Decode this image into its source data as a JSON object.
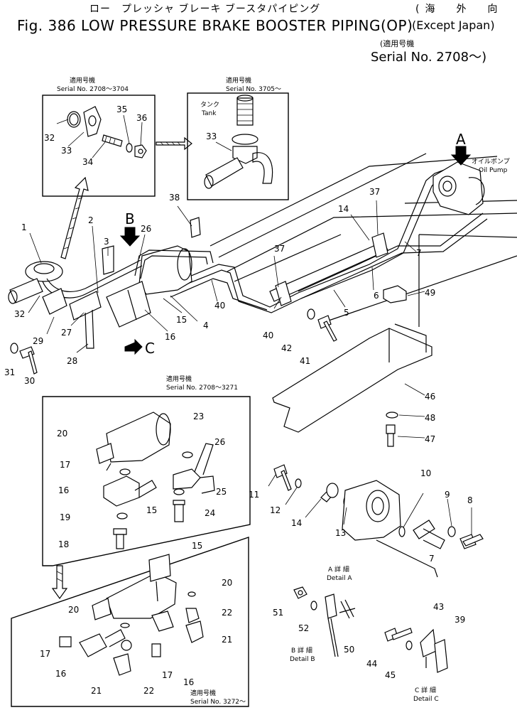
{
  "title": {
    "jp": "ロー　プレッシャ ブレーキ ブースタパイピング",
    "main": "Fig. 386 LOW PRESSURE BRAKE BOOSTER PIPING(OP)",
    "market_jp": "(海　外　向",
    "market_en": "(Except Japan)",
    "serial_jp": "(適用号機",
    "serial_en": "Serial No. 2708～)"
  },
  "insets": {
    "top_left": {
      "jp": "適用号機",
      "serial": "Serial No. 2708～3704"
    },
    "top_right": {
      "jp": "適用号機",
      "serial": "Serial No. 3705～",
      "tank_jp": "タンク",
      "tank_en": "Tank"
    },
    "middle": {
      "jp": "適用号機",
      "serial": "Serial No. 2708～3271"
    },
    "bottom": {
      "jp": "適用号機",
      "serial": "Serial No. 3272～"
    }
  },
  "annotations": {
    "oil_pump_jp": "オイルポンプ",
    "oil_pump_en": "Oil Pump",
    "arrow_a": "A",
    "arrow_b": "B",
    "arrow_c": "C",
    "detail_a_jp": "A 詳 細",
    "detail_a_en": "Detail A",
    "detail_b_jp": "B 詳 細",
    "detail_b_en": "Detail B",
    "detail_c_jp": "C 詳 細",
    "detail_c_en": "Detail C"
  },
  "callouts": [
    {
      "n": "1"
    },
    {
      "n": "2"
    },
    {
      "n": "3"
    },
    {
      "n": "4"
    },
    {
      "n": "5"
    },
    {
      "n": "6"
    },
    {
      "n": "7"
    },
    {
      "n": "7"
    },
    {
      "n": "8"
    },
    {
      "n": "9"
    },
    {
      "n": "10"
    },
    {
      "n": "11"
    },
    {
      "n": "12"
    },
    {
      "n": "13"
    },
    {
      "n": "14"
    },
    {
      "n": "14"
    },
    {
      "n": "15"
    },
    {
      "n": "15"
    },
    {
      "n": "15"
    },
    {
      "n": "16"
    },
    {
      "n": "16"
    },
    {
      "n": "16"
    },
    {
      "n": "16"
    },
    {
      "n": "17"
    },
    {
      "n": "17"
    },
    {
      "n": "17"
    },
    {
      "n": "18"
    },
    {
      "n": "19"
    },
    {
      "n": "20"
    },
    {
      "n": "20"
    },
    {
      "n": "20"
    },
    {
      "n": "21"
    },
    {
      "n": "21"
    },
    {
      "n": "22"
    },
    {
      "n": "22"
    },
    {
      "n": "23"
    },
    {
      "n": "24"
    },
    {
      "n": "25"
    },
    {
      "n": "26"
    },
    {
      "n": "26"
    },
    {
      "n": "27"
    },
    {
      "n": "28"
    },
    {
      "n": "29"
    },
    {
      "n": "30"
    },
    {
      "n": "31"
    },
    {
      "n": "32"
    },
    {
      "n": "32"
    },
    {
      "n": "33"
    },
    {
      "n": "33"
    },
    {
      "n": "34"
    },
    {
      "n": "35"
    },
    {
      "n": "36"
    },
    {
      "n": "37"
    },
    {
      "n": "37"
    },
    {
      "n": "38"
    },
    {
      "n": "39"
    },
    {
      "n": "40"
    },
    {
      "n": "40"
    },
    {
      "n": "41"
    },
    {
      "n": "42"
    },
    {
      "n": "43"
    },
    {
      "n": "44"
    },
    {
      "n": "45"
    },
    {
      "n": "46"
    },
    {
      "n": "47"
    },
    {
      "n": "48"
    },
    {
      "n": "49"
    },
    {
      "n": "50"
    },
    {
      "n": "51"
    },
    {
      "n": "52"
    }
  ]
}
